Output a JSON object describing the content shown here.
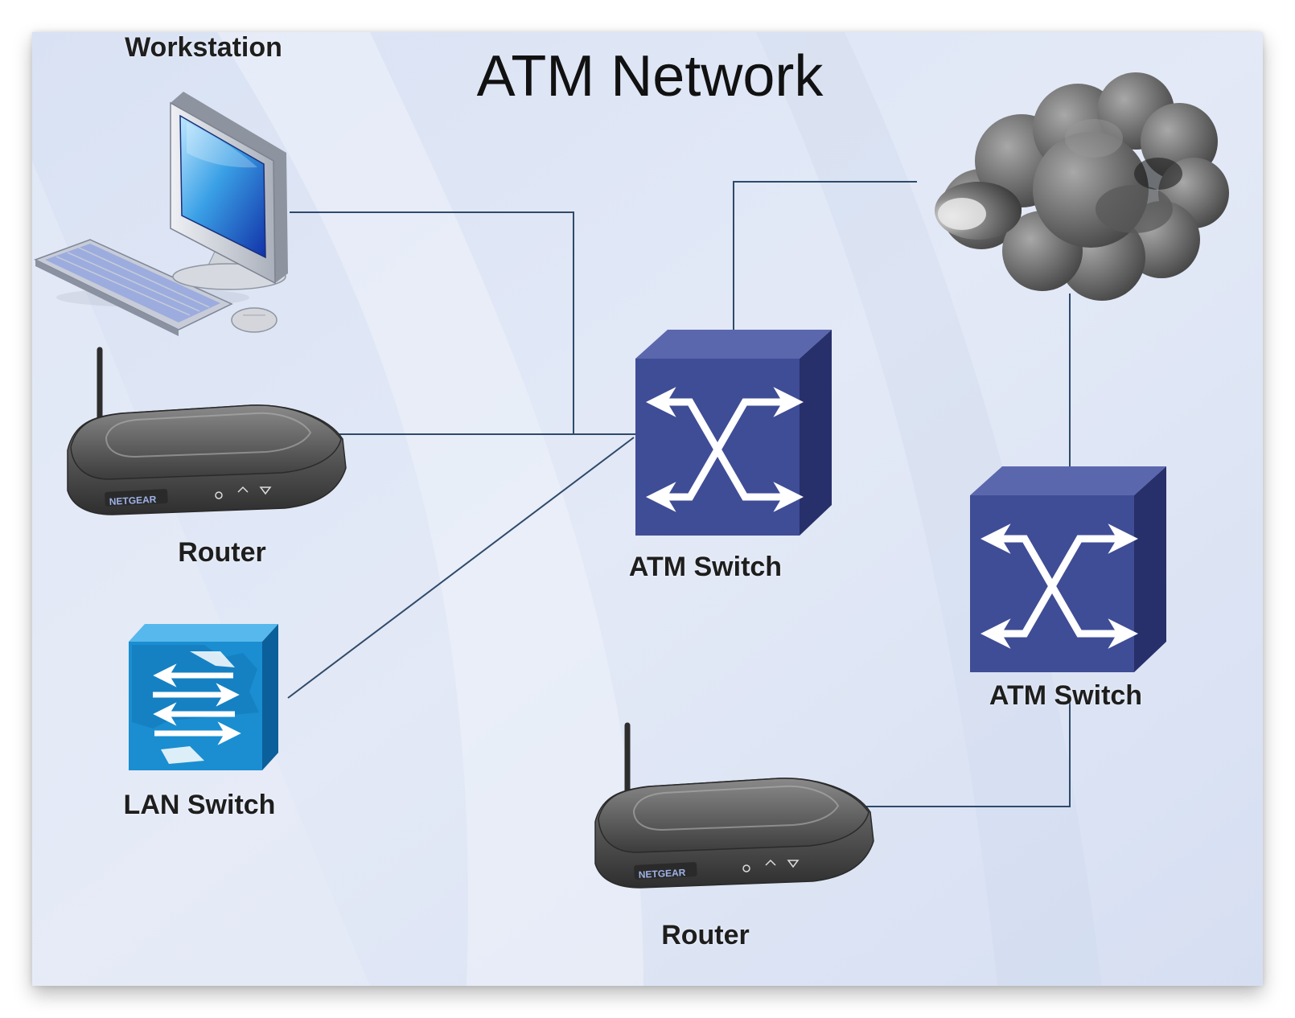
{
  "title": "ATM Network",
  "nodes": {
    "workstation": {
      "label": "Workstation",
      "icon": "workstation-icon"
    },
    "router_left": {
      "label": "Router",
      "icon": "router-icon"
    },
    "lan_switch": {
      "label": "LAN Switch",
      "icon": "lan-switch-icon"
    },
    "atm_switch_center": {
      "label": "ATM Switch",
      "icon": "atm-switch-icon"
    },
    "atm_switch_right": {
      "label": "ATM Switch",
      "icon": "atm-switch-icon"
    },
    "router_bottom": {
      "label": "Router",
      "icon": "router-icon"
    },
    "cloud": {
      "label": "",
      "icon": "cloud-icon"
    }
  },
  "router_brand": "NETGEAR",
  "edges": [
    {
      "from": "workstation",
      "to": "atm_switch_center"
    },
    {
      "from": "router_left",
      "to": "atm_switch_center"
    },
    {
      "from": "lan_switch",
      "to": "atm_switch_center"
    },
    {
      "from": "atm_switch_center",
      "to": "cloud"
    },
    {
      "from": "cloud",
      "to": "atm_switch_right"
    },
    {
      "from": "atm_switch_right",
      "to": "router_bottom"
    }
  ],
  "colors": {
    "background": "#dfe6f5",
    "link_line": "#2f4a6a",
    "atm_switch": "#3f4d96",
    "lan_switch": "#1a8ed0",
    "router": "#5a5a5a"
  }
}
